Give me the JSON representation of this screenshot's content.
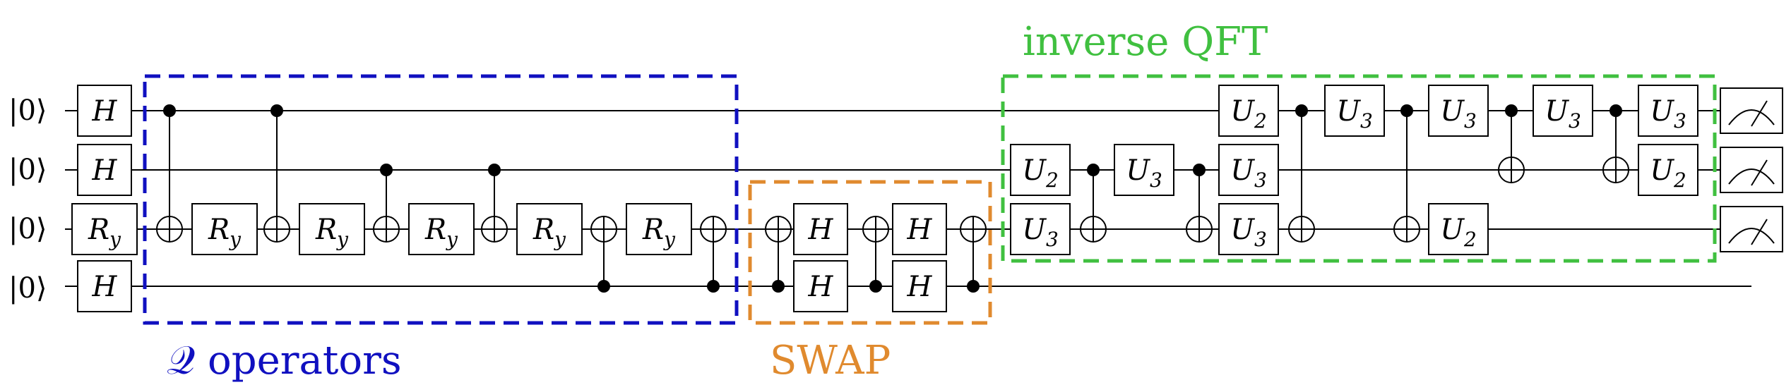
{
  "inputs": [
    "|0⟩",
    "|0⟩",
    "|0⟩",
    "|0⟩"
  ],
  "regions": {
    "q_operators": {
      "label": "𝒬 operators",
      "color": "#1010c0"
    },
    "swap": {
      "label": "SWAP",
      "color": "#e08a2e"
    },
    "inverse_qft": {
      "label": "inverse QFT",
      "color": "#40c040"
    }
  },
  "gate_labels": {
    "H": {
      "base": "H",
      "sub": ""
    },
    "Ry": {
      "base": "R",
      "sub": "y"
    },
    "U2": {
      "base": "U",
      "sub": "2"
    },
    "U3": {
      "base": "U",
      "sub": "3"
    }
  }
}
